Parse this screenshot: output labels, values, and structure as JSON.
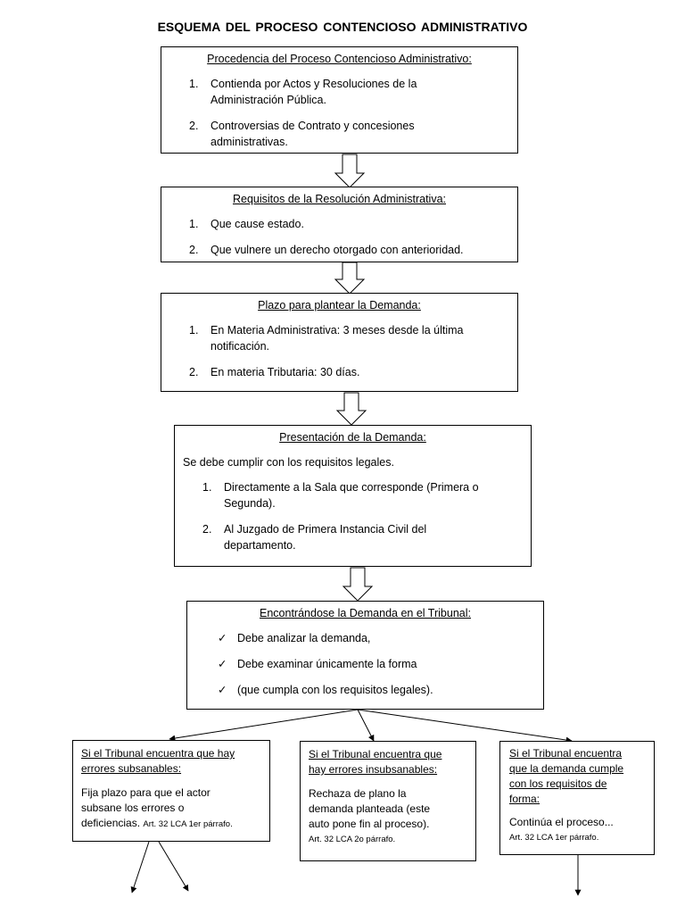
{
  "title": "ESQUEMA  DEL  PROCESO CONTENCIOSO ADMINISTRATIVO",
  "box1": {
    "heading": "Procedencia del Proceso Contencioso Administrativo:",
    "items": [
      {
        "num": "1.",
        "lines": [
          "Contienda por Actos y Resoluciones de la",
          "Administración Pública."
        ]
      },
      {
        "num": "2.",
        "lines": [
          "Controversias de Contrato y concesiones",
          "administrativas."
        ]
      }
    ]
  },
  "box2": {
    "heading": "Requisitos de la Resolución Administrativa:",
    "items": [
      {
        "num": "1.",
        "lines": [
          "Que cause estado."
        ]
      },
      {
        "num": "2.",
        "lines": [
          "Que vulnere un derecho otorgado con anterioridad."
        ]
      }
    ]
  },
  "box3": {
    "heading": "Plazo para plantear la Demanda:",
    "items": [
      {
        "num": "1.",
        "lines": [
          "En Materia Administrativa: 3 meses desde la última",
          "notificación."
        ]
      },
      {
        "num": "2.",
        "lines": [
          "En materia Tributaria: 30 días."
        ]
      }
    ]
  },
  "box4": {
    "heading": "Presentación de la Demanda:",
    "intro": "Se debe cumplir con los requisitos legales.",
    "items": [
      {
        "num": "1.",
        "lines": [
          "Directamente a la Sala que corresponde (Primera o",
          "Segunda)."
        ]
      },
      {
        "num": "2.",
        "lines": [
          "Al Juzgado de Primera Instancia Civil del",
          "departamento."
        ]
      }
    ]
  },
  "box5": {
    "heading": "Encontrándose la Demanda en el Tribunal:",
    "checks": [
      "Debe analizar la demanda,",
      "Debe examinar únicamente la forma",
      "(que cumpla con los requisitos legales)."
    ]
  },
  "branch_left": {
    "heading_lines": [
      "Si el Tribunal encuentra que hay",
      "errores subsanables:"
    ],
    "body_lines": [
      "Fija plazo para que el actor",
      "subsane los errores o",
      "deficiencias."
    ],
    "ref": "Art. 32 LCA 1er párrafo."
  },
  "branch_mid": {
    "heading_lines": [
      "Si el Tribunal encuentra que",
      "hay errores insubsanables:"
    ],
    "body_lines": [
      "Rechaza de plano la",
      "demanda planteada (este",
      "auto pone fin al proceso)."
    ],
    "ref": "Art. 32 LCA 2o párrafo."
  },
  "branch_right": {
    "heading_lines": [
      "Si el Tribunal encuentra",
      "que la demanda cumple",
      "con los requisitos de",
      "forma:"
    ],
    "body_lines": [
      "Continúa el proceso..."
    ],
    "ref": "Art. 32 LCA 1er párrafo."
  },
  "check_glyph": "✓"
}
